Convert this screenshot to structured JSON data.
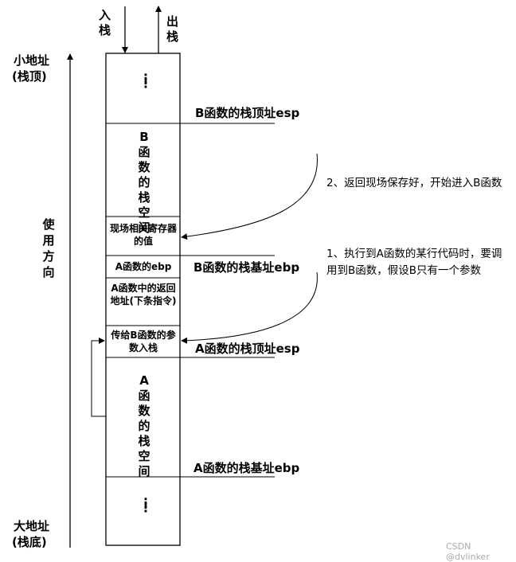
{
  "labels": {
    "push": "入栈",
    "pop": "出栈",
    "low_addr": "小地址",
    "low_addr_note": "(栈顶)",
    "high_addr": "大地址",
    "high_addr_note": "(栈底)",
    "direction": "使用方向",
    "b_esp": "B函数的栈顶址esp",
    "b_ebp": "B函数的栈基址ebp",
    "a_esp": "A函数的栈顶址esp",
    "a_ebp": "A函数的栈基址ebp"
  },
  "stack_cells": {
    "top_dots": "⋮⋮",
    "b_space": "B函数的栈空间",
    "saved_regs": "现场相关寄存器的值",
    "a_ebp": "A函数的ebp",
    "return_addr": "A函数中的返回地址(下条指令)",
    "param": "传给B函数的参数入栈",
    "a_space": "A函数的栈空间",
    "bottom_dots": "⋮⋮"
  },
  "notes": {
    "note1": "1、执行到A函数的某行代码时，要调用到B函数，假设B只有一个参数",
    "note2": "2、返回现场保存好，开始进入B函数"
  },
  "watermark": "CSDN @dvlinker"
}
